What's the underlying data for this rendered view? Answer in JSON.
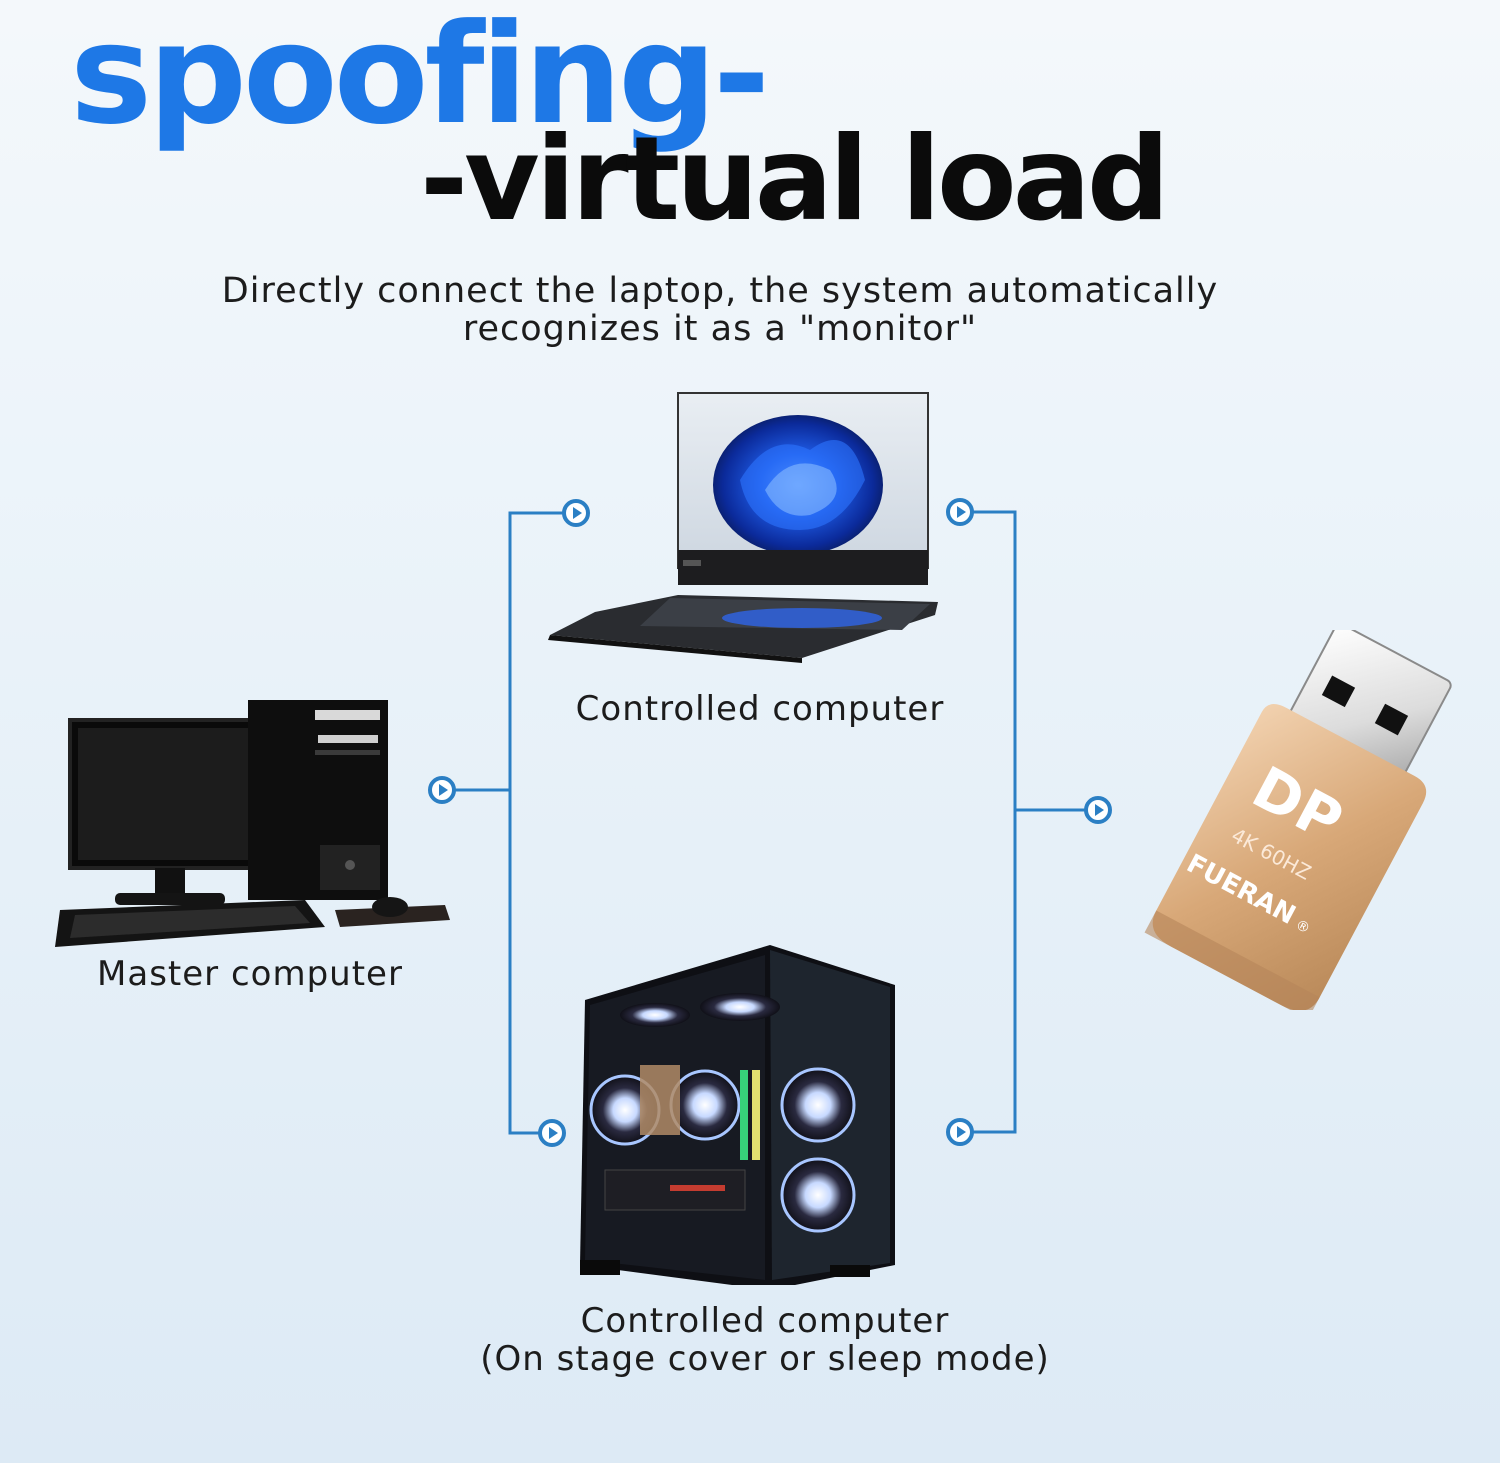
{
  "title": {
    "line1": "spoofing-",
    "line2": "-virtual load"
  },
  "subtitle": {
    "line1": "Directly connect the laptop, the system automatically",
    "line2": "recognizes it as a \"monitor\""
  },
  "nodes": {
    "laptop_label": "Controlled computer",
    "master_label": "Master computer",
    "desktop_label_line1": "Controlled computer",
    "desktop_label_line2": "(On stage cover or sleep mode)"
  },
  "adapter": {
    "brand": "FUERAN",
    "spec": "4K 60HZ",
    "logo": "DP",
    "registered": "®"
  },
  "colors": {
    "title_blue": "#1e78e6",
    "connector": "#2b7fc4",
    "adapter_gold": "#d8a878"
  }
}
